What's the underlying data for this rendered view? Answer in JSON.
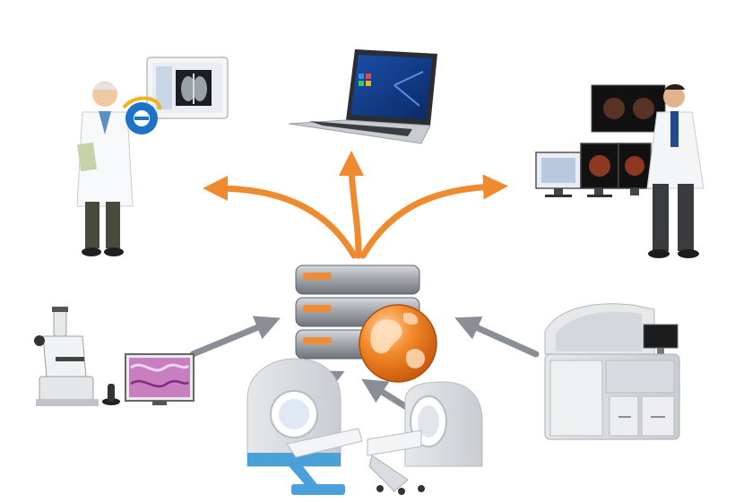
{
  "diagram": {
    "hub": {
      "icon": "server-stack-globe-icon",
      "drive_bay_count": 3
    },
    "outputs": [
      {
        "id": "doctor-browser",
        "icon": "doctor-with-tablet-browser-icon"
      },
      {
        "id": "laptop",
        "icon": "laptop-windows-icon"
      },
      {
        "id": "radiologist-workstation",
        "icon": "radiologist-with-monitors-icon"
      }
    ],
    "inputs": [
      {
        "id": "microscope",
        "icon": "digital-microscope-icon"
      },
      {
        "id": "ct-scanner",
        "icon": "ct-scanner-icon"
      },
      {
        "id": "mri-scanner",
        "icon": "mri-scanner-icon"
      },
      {
        "id": "lab-analyzer",
        "icon": "lab-analyzer-icon"
      }
    ],
    "colors": {
      "output_arrow": "#ef8a2e",
      "input_arrow": "#8a8f96",
      "globe": "#f07a1e",
      "server_body": "#9aa0a6",
      "drive_bay": "#f08c36"
    }
  }
}
